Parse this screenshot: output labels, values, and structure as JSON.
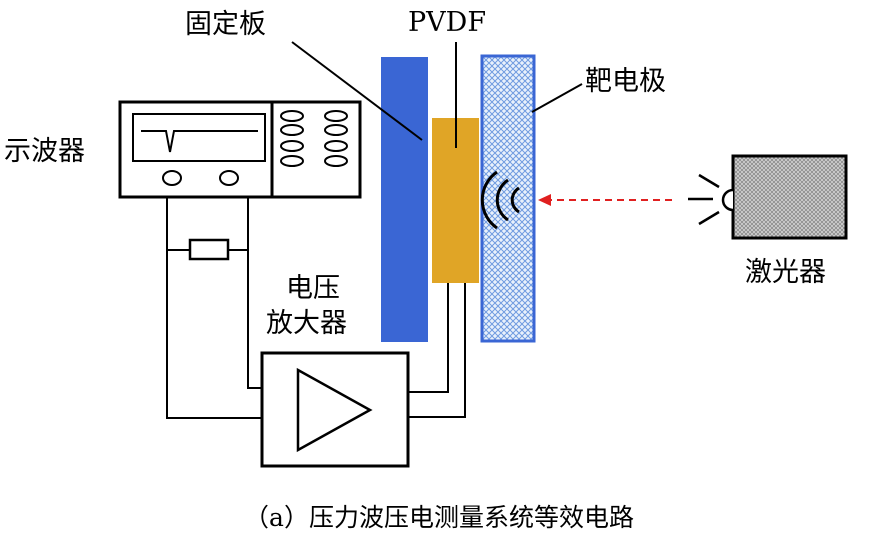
{
  "labels": {
    "fixed_plate": "固定板",
    "pvdf": "PVDF",
    "target_electrode": "靶电极",
    "oscilloscope": "示波器",
    "amplifier_line1": "电压",
    "amplifier_line2": "放大器",
    "laser": "激光器"
  },
  "caption": "（a）压力波压电测量系统等效电路",
  "colors": {
    "fixed_plate": "#3a66d4",
    "pvdf": "#e0a526",
    "target_electrode_fill": "#bcd3f2",
    "target_electrode_border": "#3a66d4",
    "laser_beam": "#e02020",
    "laser_body": "#c8c8c8"
  },
  "icons": {
    "oscilloscope_screen": "pulse-waveform-icon",
    "amplifier": "triangle-amplifier-icon",
    "pressure_wave": "arc-wave-icon",
    "laser_emission": "light-rays-icon"
  }
}
